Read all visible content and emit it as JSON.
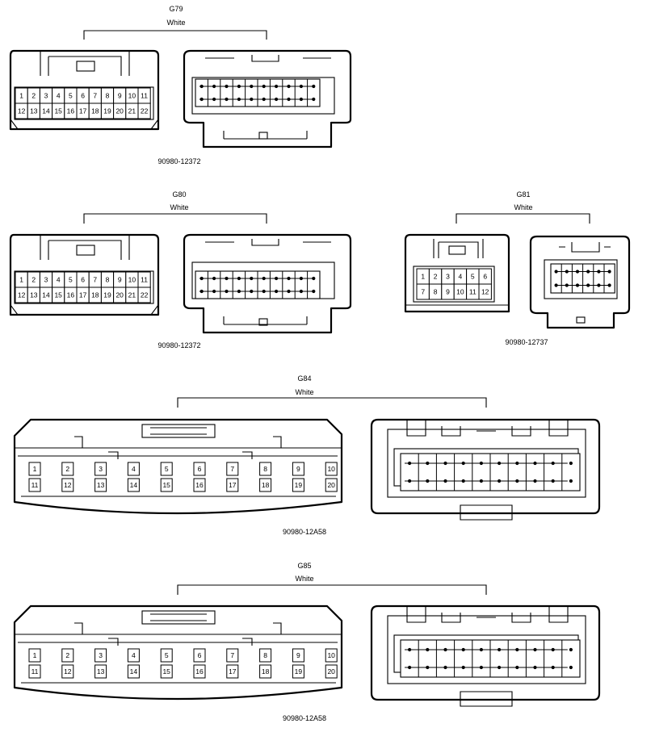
{
  "connectors": [
    {
      "id": "g79",
      "code": "G79",
      "color": "White",
      "part": "90980-12372",
      "pins_top": [
        "1",
        "2",
        "3",
        "4",
        "5",
        "6",
        "7",
        "8",
        "9",
        "10",
        "11"
      ],
      "pins_bottom": [
        "12",
        "13",
        "14",
        "15",
        "16",
        "17",
        "18",
        "19",
        "20",
        "21",
        "22"
      ]
    },
    {
      "id": "g80",
      "code": "G80",
      "color": "White",
      "part": "90980-12372",
      "pins_top": [
        "1",
        "2",
        "3",
        "4",
        "5",
        "6",
        "7",
        "8",
        "9",
        "10",
        "11"
      ],
      "pins_bottom": [
        "12",
        "13",
        "14",
        "15",
        "16",
        "17",
        "18",
        "19",
        "20",
        "21",
        "22"
      ]
    },
    {
      "id": "g81",
      "code": "G81",
      "color": "White",
      "part": "90980-12737",
      "pins_top": [
        "1",
        "2",
        "3",
        "4",
        "5",
        "6"
      ],
      "pins_bottom": [
        "7",
        "8",
        "9",
        "10",
        "11",
        "12"
      ]
    },
    {
      "id": "g84",
      "code": "G84",
      "color": "White",
      "part": "90980-12A58",
      "pins_top": [
        "1",
        "2",
        "3",
        "4",
        "5",
        "6",
        "7",
        "8",
        "9",
        "10"
      ],
      "pins_bottom": [
        "11",
        "12",
        "13",
        "14",
        "15",
        "16",
        "17",
        "18",
        "19",
        "20"
      ]
    },
    {
      "id": "g85",
      "code": "G85",
      "color": "White",
      "part": "90980-12A58",
      "pins_top": [
        "1",
        "2",
        "3",
        "4",
        "5",
        "6",
        "7",
        "8",
        "9",
        "10"
      ],
      "pins_bottom": [
        "11",
        "12",
        "13",
        "14",
        "15",
        "16",
        "17",
        "18",
        "19",
        "20"
      ]
    }
  ]
}
